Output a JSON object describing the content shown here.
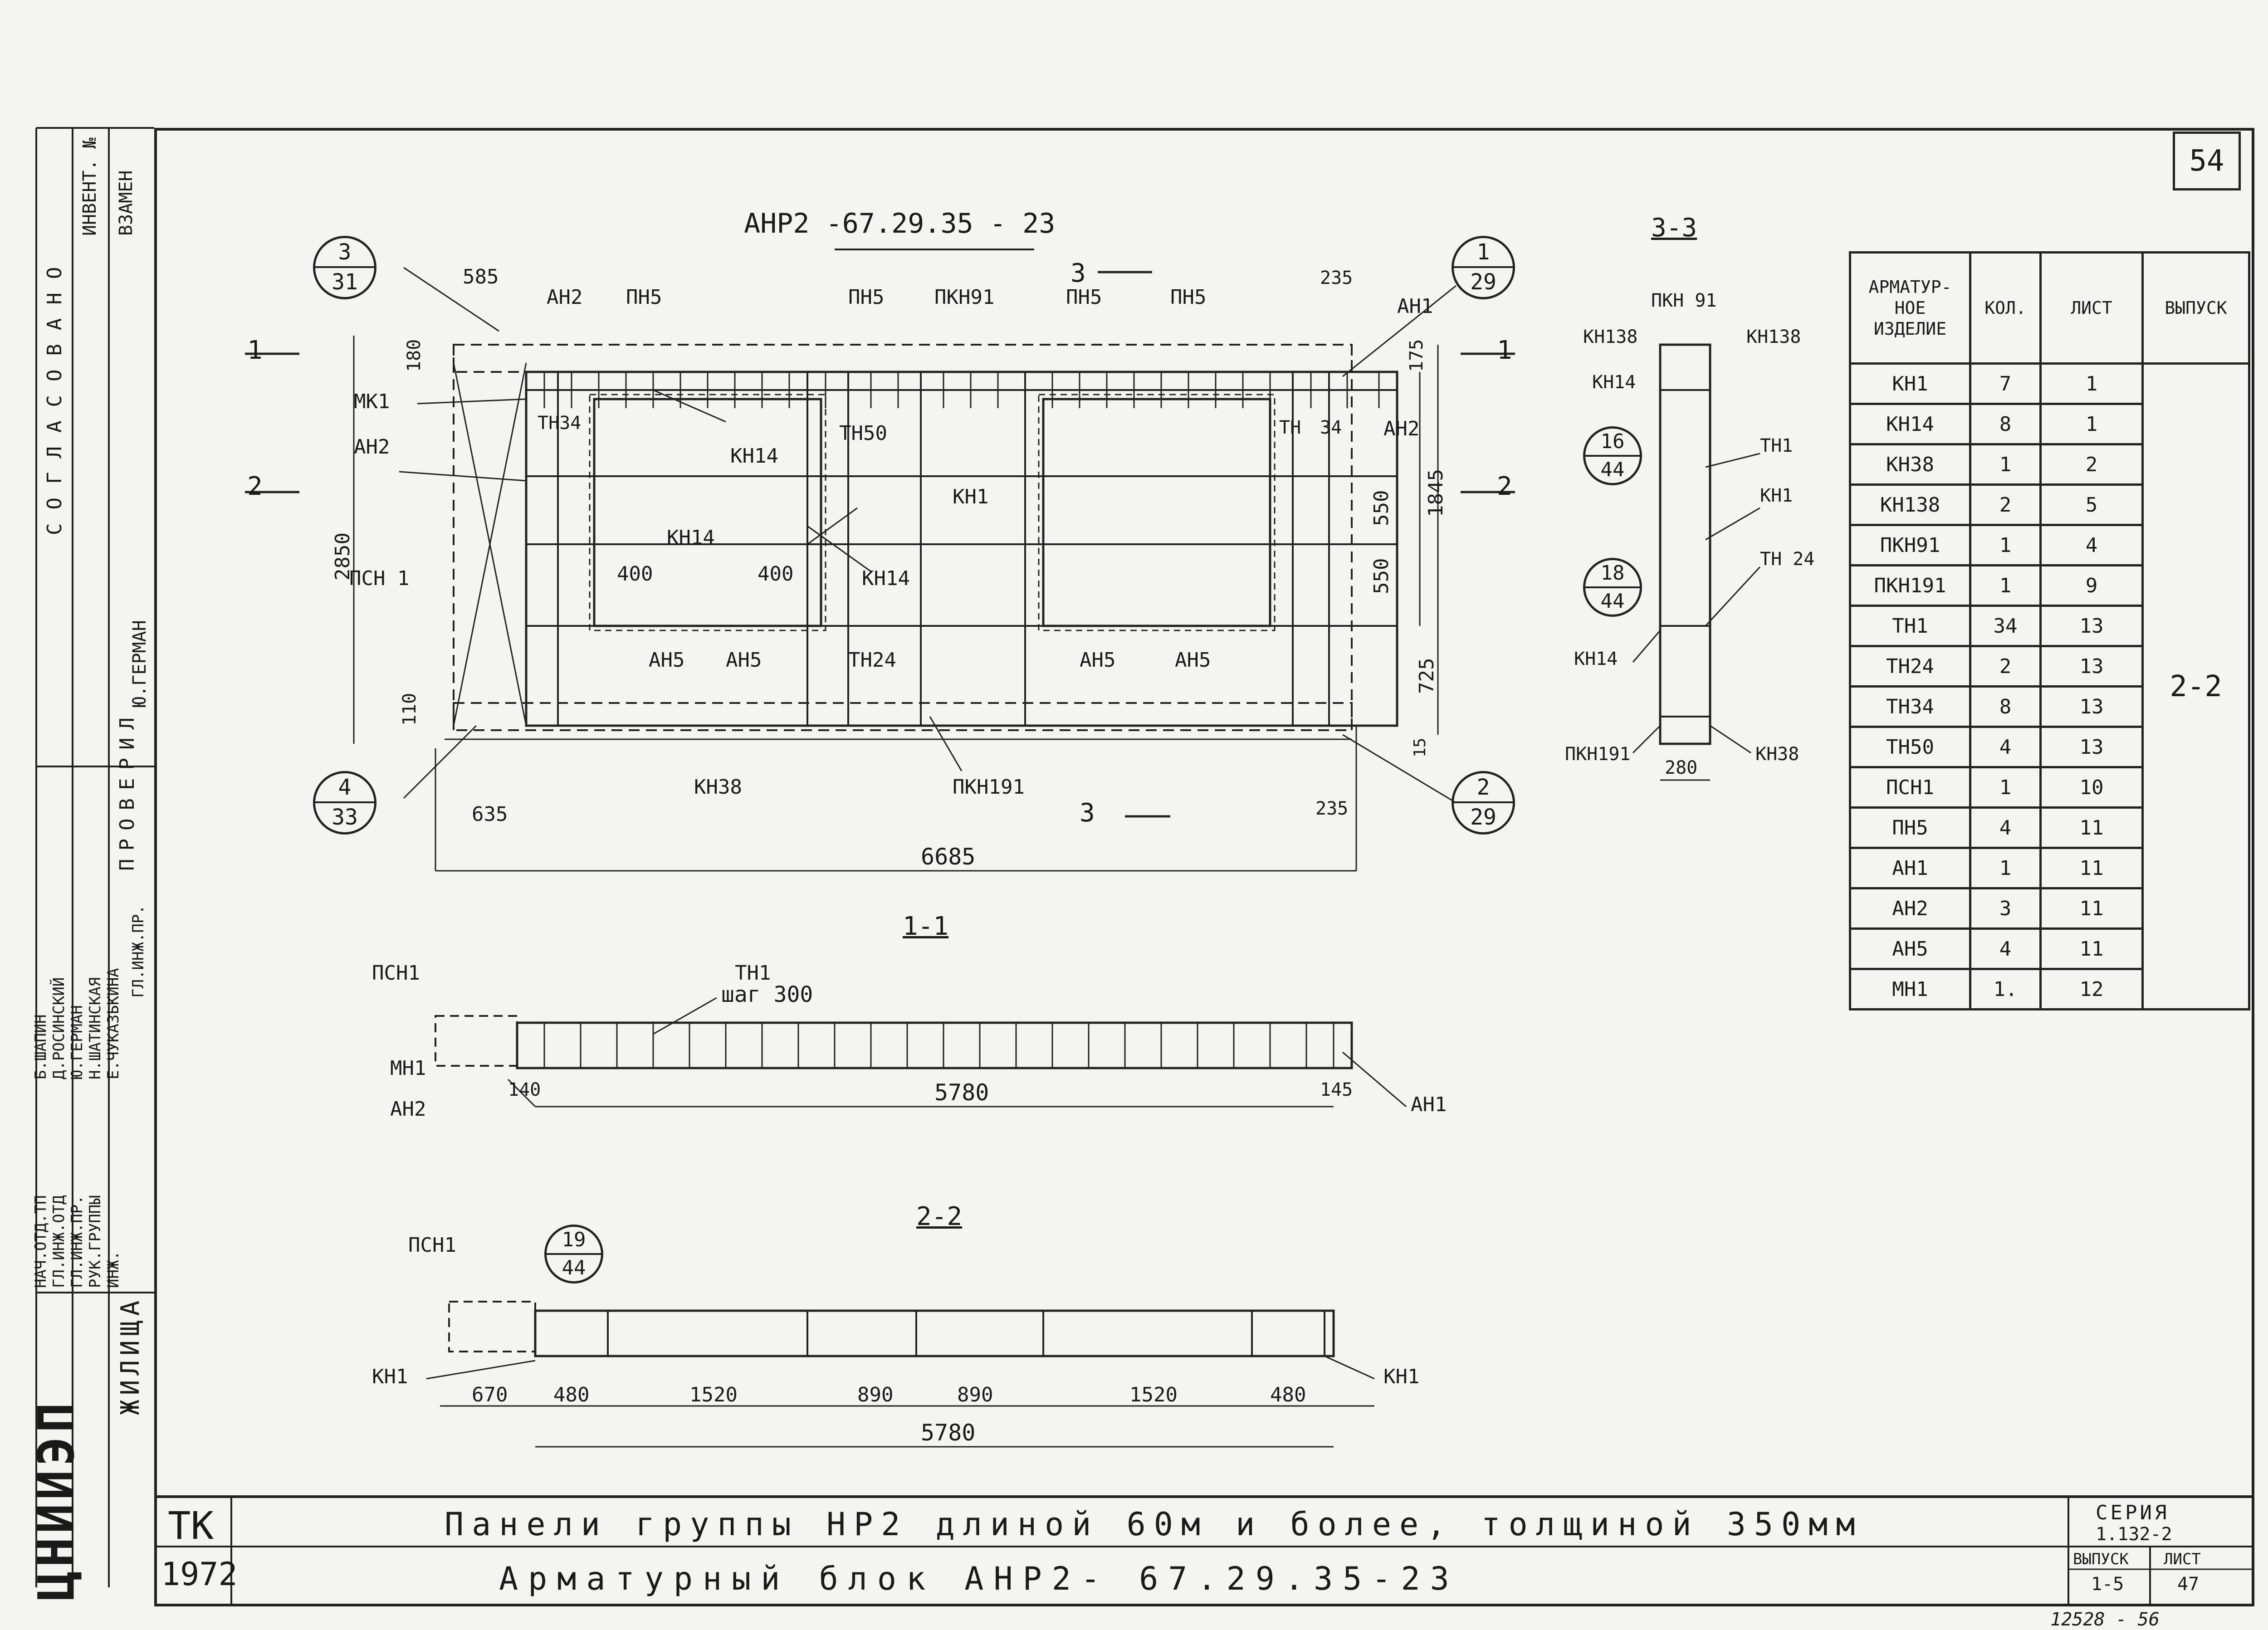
{
  "sheet_number": "54",
  "drawing": {
    "title": "АНР2 -67.29.35 - 23",
    "main_view": {
      "bubbles": [
        {
          "top": "3",
          "bottom": "31"
        },
        {
          "top": "1",
          "bottom": "29"
        },
        {
          "top": "4",
          "bottom": "33"
        },
        {
          "top": "2",
          "bottom": "29"
        }
      ],
      "labels": [
        "АН2",
        "ПН5",
        "ПН5",
        "ПКН91",
        "ПН5",
        "ПН5",
        "АН1",
        "МК1",
        "ТН34",
        "АН2",
        "КН14",
        "ТН50",
        "КН1",
        "ТН",
        "34",
        "АН2",
        "КН14",
        "КН14",
        "ПСН 1",
        "АН5",
        "АН5",
        "ТН24",
        "АН5",
        "АН5",
        "КН38",
        "ПКН191"
      ],
      "dims": [
        "585",
        "235",
        "180",
        "175",
        "2850",
        "1845",
        "550",
        "550",
        "725",
        "110",
        "400",
        "400",
        "15",
        "635",
        "235",
        "6685"
      ],
      "section_marks": [
        "1",
        "1",
        "2",
        "2",
        "3",
        "3"
      ]
    },
    "section_3_3": {
      "title": "3-3",
      "labels": [
        "ПКН 91",
        "КН138",
        "КН138",
        "КН14",
        "ТН1",
        "КН1",
        "ТН 24",
        "КН14",
        "ПКН191",
        "КН38"
      ],
      "bubbles": [
        {
          "top": "16",
          "bottom": "44"
        },
        {
          "top": "18",
          "bottom": "44"
        }
      ],
      "dims": [
        "280"
      ]
    },
    "section_1_1": {
      "title": "1-1",
      "labels": [
        "ПСН1",
        "ТН1",
        "шаг 300",
        "МН1",
        "АН2",
        "АН1"
      ],
      "dims": [
        "140",
        "5780",
        "145"
      ]
    },
    "section_2_2": {
      "title": "2-2",
      "labels": [
        "ПСН1",
        "КН1",
        "КН1"
      ],
      "bubble": {
        "top": "19",
        "bottom": "44"
      },
      "dims": [
        "670",
        "480",
        "1520",
        "890",
        "890",
        "1520",
        "480",
        "5780"
      ]
    }
  },
  "spec_table": {
    "headers": [
      "АРМАТУР-НОЕ ИЗДЕЛИЕ",
      "КОЛ.",
      "ЛИСТ",
      "ВЫПУСК"
    ],
    "rows": [
      [
        "КН1",
        "7",
        "1"
      ],
      [
        "КН14",
        "8",
        "1"
      ],
      [
        "КН38",
        "1",
        "2"
      ],
      [
        "КН138",
        "2",
        "5"
      ],
      [
        "ПКН91",
        "1",
        "4"
      ],
      [
        "ПКН191",
        "1",
        "9"
      ],
      [
        "ТН1",
        "34",
        "13"
      ],
      [
        "ТН24",
        "2",
        "13"
      ],
      [
        "ТН34",
        "8",
        "13"
      ],
      [
        "ТН50",
        "4",
        "13"
      ],
      [
        "ПСН1",
        "1",
        "10"
      ],
      [
        "ПН5",
        "4",
        "11"
      ],
      [
        "АН1",
        "1",
        "11"
      ],
      [
        "АН2",
        "3",
        "11"
      ],
      [
        "АН5",
        "4",
        "11"
      ],
      [
        "МН1",
        "1.",
        "12"
      ]
    ],
    "issue_note": "2-2"
  },
  "left_strip": {
    "top_cells": [
      "ИНВЕНТ. №",
      "ВЗАМЕН"
    ],
    "agreement": "СОГЛАСОВАНО",
    "check": "ПРОВЕРИЛ",
    "checker": "Ю.ГЕРМАН",
    "roles": [
      "НАЧ.ОТД.ТП",
      "ГЛ.ИНЖ.ОТД",
      "ГЛ.ИНЖ.ПР.",
      "РУК.ГРУППЫ",
      "ИНЖ."
    ],
    "names": [
      "Б.ШАПИН",
      "Д.РОСИНСКИЙ",
      "Ю.ГЕРМАН",
      "Н.ШАТИНСКАЯ",
      "Е.ЧУКАЗЬКИНА"
    ],
    "gip": "ГЛ.ИНЖ.ПР.",
    "org": "ЦНИИЭП",
    "dept": "ЖИЛИЩА"
  },
  "title_block": {
    "tk": "ТК",
    "year": "1972",
    "line1": "Панели группы НР2 длиной 60м и более, толщиной 350мм",
    "line2": "Арматурный блок АНР2- 67.29.35-23",
    "series_label": "СЕРИЯ",
    "series": "1.132-2",
    "issue_label": "ВЫПУСК",
    "issue": "1-5",
    "sheet_label": "ЛИСТ",
    "sheet": "47"
  },
  "footer_number": "12528 - 56"
}
